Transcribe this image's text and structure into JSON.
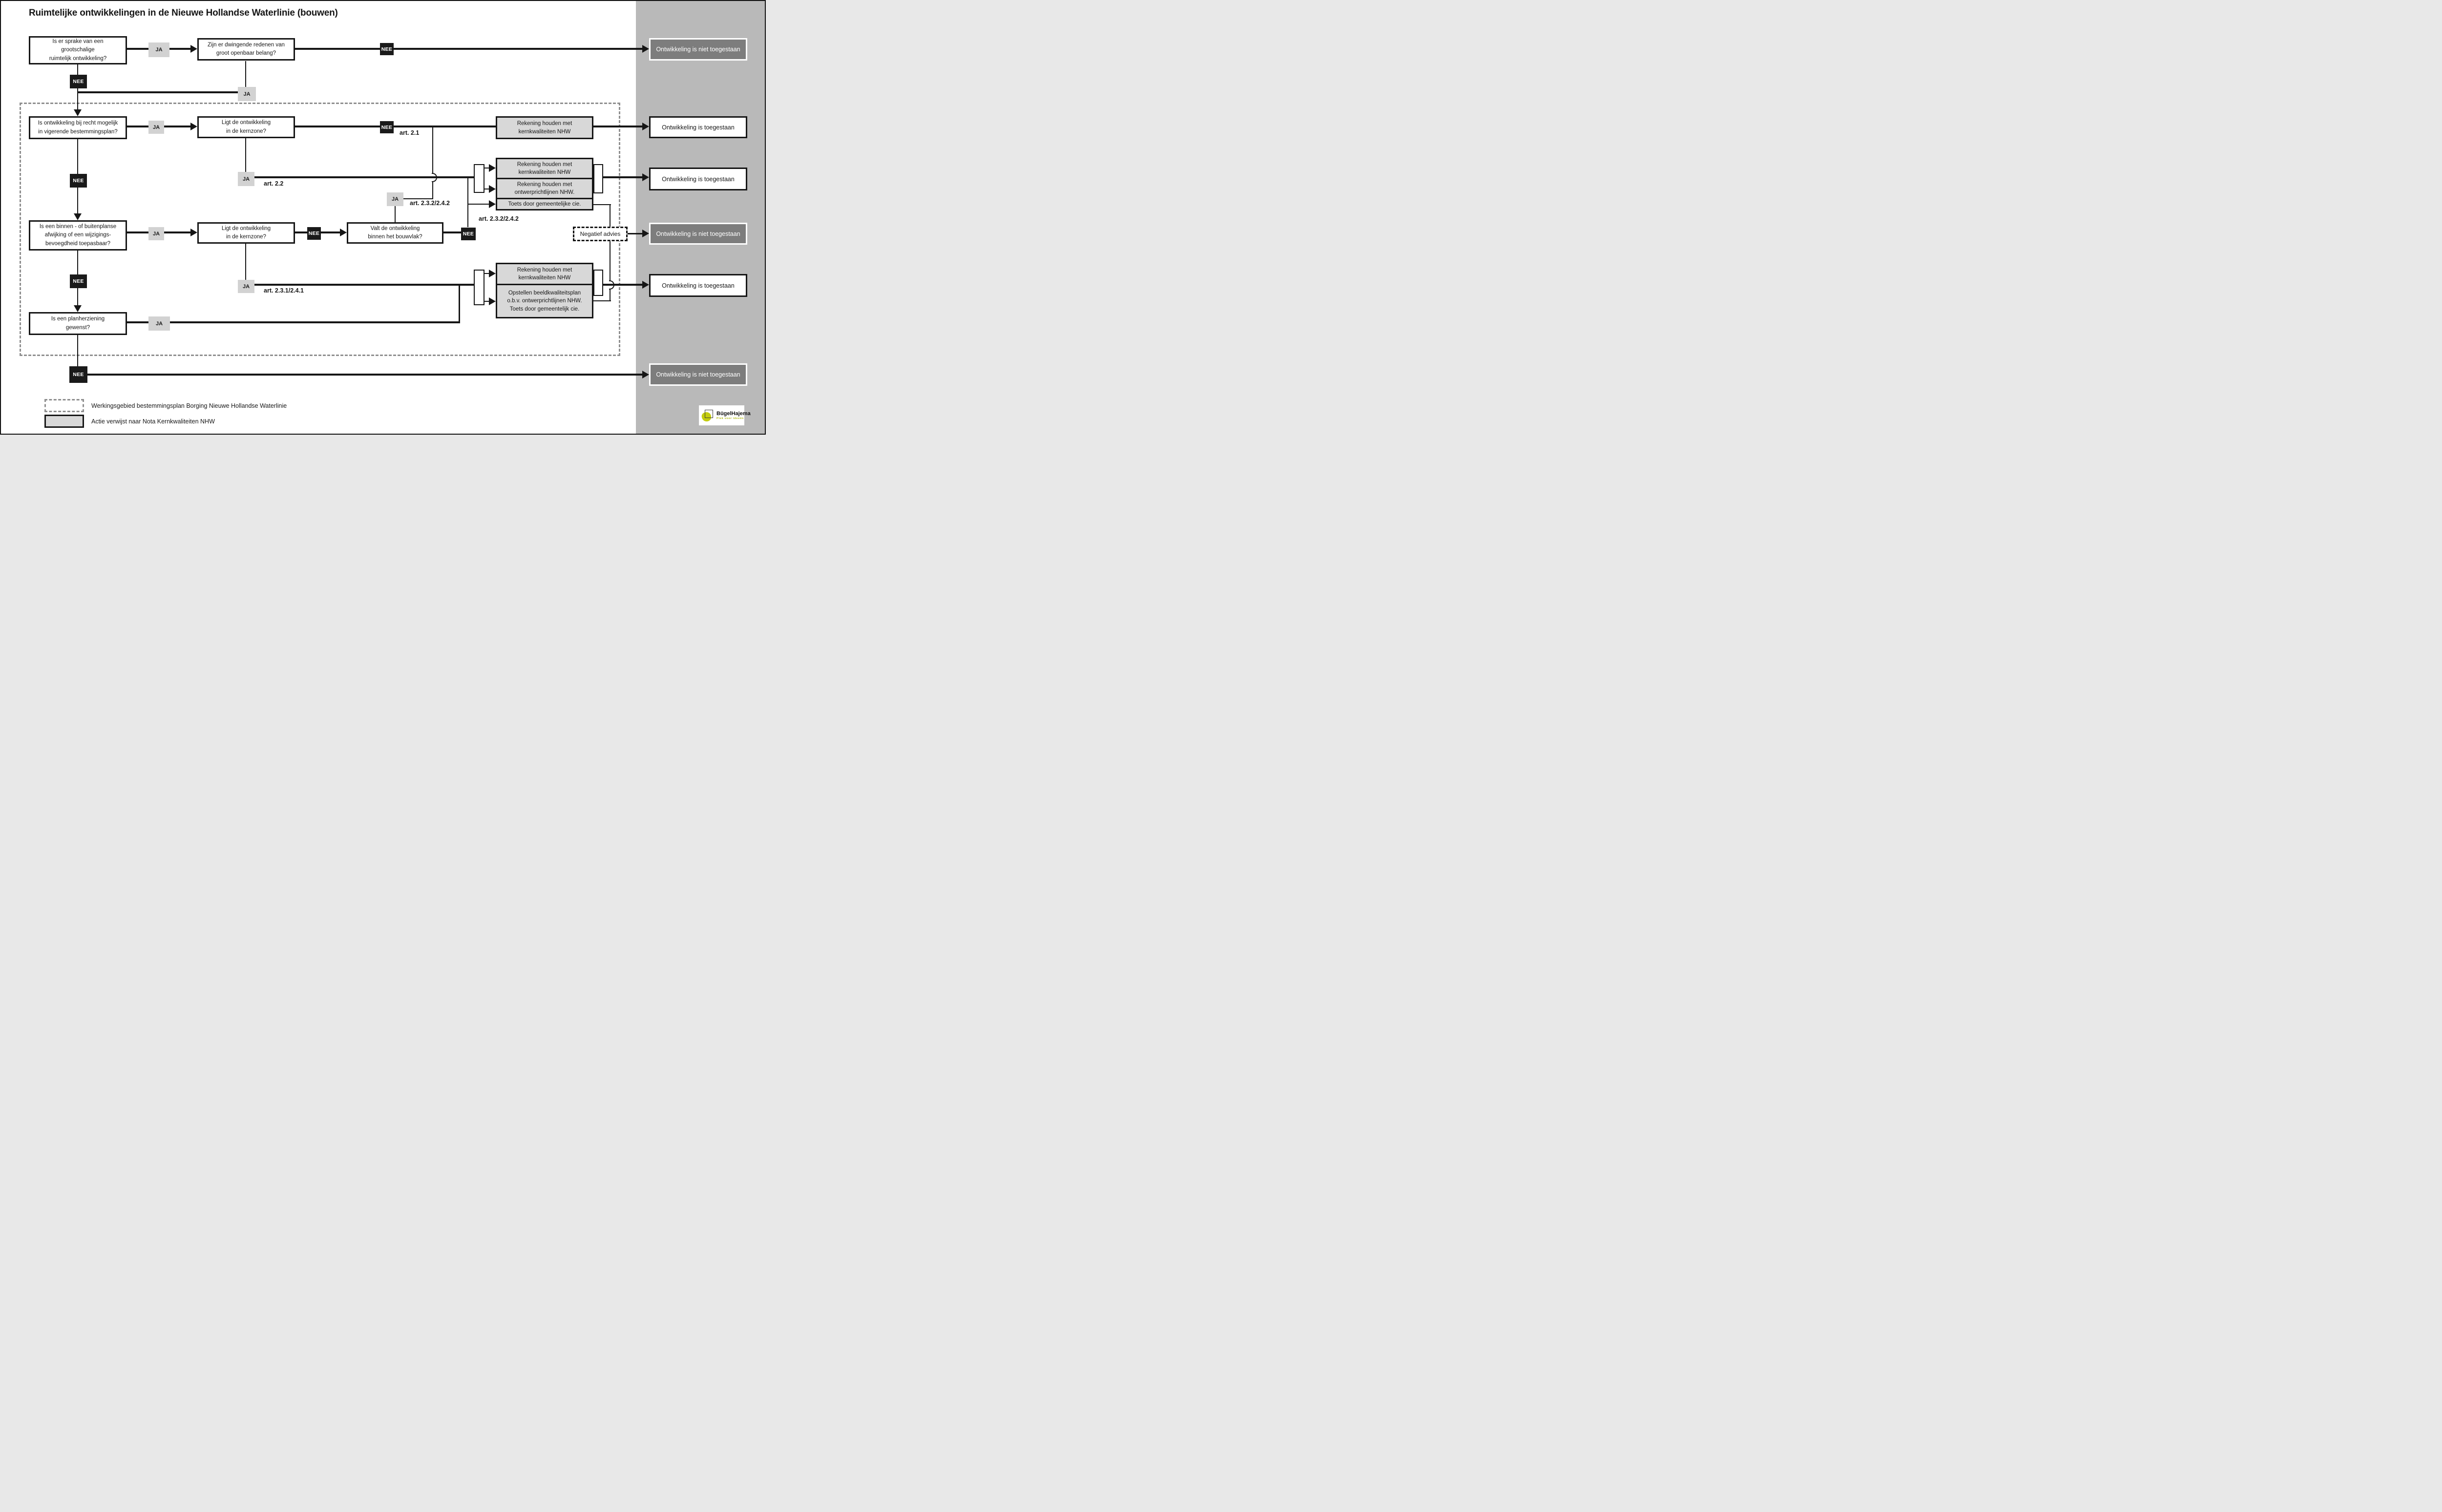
{
  "title": "Ruimtelijke ontwikkelingen in de Nieuwe Hollandse Waterlinie (bouwen)",
  "decisions": {
    "grootschalig": "Is er sprake van een\ngrootschalige\nruimtelijk ontwikkeling?",
    "dwingende_redenen": "Zijn er dwingende redenen van\ngroot openbaar belang?",
    "bij_recht": "Is ontwikkeling bij recht mogelijk\nin vigerende bestemmingsplan?",
    "kernzone_1": "Ligt de ontwikkeling\nin de kernzone?",
    "afwijking": "Is een binnen - of buitenplanse\nafwijking of een wijzigings-\nbevoegdheid toepasbaar?",
    "kernzone_2": "Ligt de ontwikkeling\nin de kernzone?",
    "bouwvlak": "Valt de ontwikkeling\nbinnen het bouwvlak?",
    "planherziening": "Is een planherziening\ngewenst?"
  },
  "actions": {
    "rekening_kernkwaliteiten_1": "Rekening houden met\nkernkwaliteiten NHW",
    "rekening_kernkwaliteiten_2": "Rekening houden met\nkernkwaliteiten NHW",
    "rekening_ontwerprichtlijnen": "Rekening houden met\nontwerprichtlijnen NHW.",
    "toets_gemeentelijke_cie": "Toets door gemeentelijke cie.",
    "rekening_kernkwaliteiten_3": "Rekening houden met\nkernkwaliteiten NHW",
    "opstellen_beeldkwaliteitsplan": "Opstellen beeldkwaliteitsplan\no.b.v. ontwerprichtlijnen NHW.\nToets door gemeentelijk cie."
  },
  "outcomes": {
    "niet_toegestaan_1": "Ontwikkeling is niet toegestaan",
    "toegestaan_1": "Ontwikkeling is toegestaan",
    "toegestaan_2": "Ontwikkeling is toegestaan",
    "niet_toegestaan_2": "Ontwikkeling is niet toegestaan",
    "toegestaan_3": "Ontwikkeling is toegestaan",
    "niet_toegestaan_3": "Ontwikkeling is niet toegestaan"
  },
  "connectors": {
    "ja": "JA",
    "nee": "NEE",
    "negatief_advies": "Negatief advies",
    "art_2_1": "art. 2.1",
    "art_2_2": "art. 2.2",
    "art_2_3_2_a": "art. 2.3.2/2.4.2",
    "art_2_3_2_b": "art. 2.3.2/2.4.2",
    "art_2_3_1": "art. 2.3.1/2.4.1"
  },
  "legend": {
    "werkingsgebied": "Werkingsgebied bestemmingsplan Borging Nieuwe Hollandse Waterlinie",
    "actie": "Actie verwijst naar Nota Kernkwaliteiten NHW"
  },
  "logo": {
    "name": "BügelHajema",
    "tagline": "Plek voor ideeën"
  },
  "colors": {
    "column_gray": "#b9b9b9",
    "action_fill": "#d8d8d8",
    "dark_outcome_fill": "#7d7d7d",
    "line_black": "#161616",
    "logo_olive": "#c3cc0d"
  }
}
